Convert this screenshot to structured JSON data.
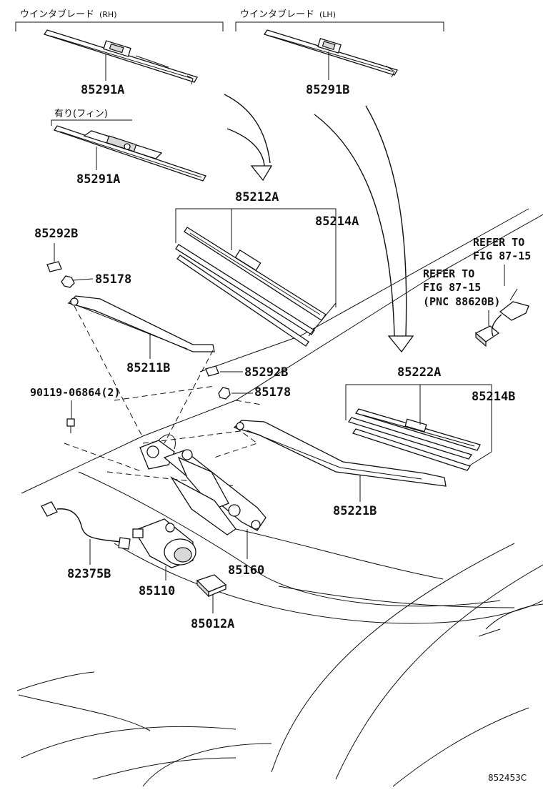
{
  "headers": {
    "rh_blade": "ウインタブレード",
    "rh_blade_suffix": "(RH)",
    "lh_blade": "ウインタブレード",
    "lh_blade_suffix": "(LH)",
    "with_fin": "有り(フィン)"
  },
  "parts": {
    "p85291A_top": "85291A",
    "p85291B": "85291B",
    "p85291A_fin": "85291A",
    "p85212A": "85212A",
    "p85214A": "85214A",
    "p85292B_left": "85292B",
    "p85178_left": "85178",
    "p85211B": "85211B",
    "p85292B_mid": "85292B",
    "p85178_mid": "85178",
    "p90119": "90119-06864(2)",
    "p85222A": "85222A",
    "p85214B": "85214B",
    "p85221B": "85221B",
    "p82375B": "82375B",
    "p85110": "85110",
    "p85160": "85160",
    "p85012A": "85012A"
  },
  "references": {
    "ref1_line1": "REFER TO",
    "ref1_line2": "FIG 87-15",
    "ref2_line1": "REFER TO",
    "ref2_line2": "FIG 87-15",
    "ref2_line3": "(PNC 88620B)"
  },
  "diagram_code": "852453C"
}
